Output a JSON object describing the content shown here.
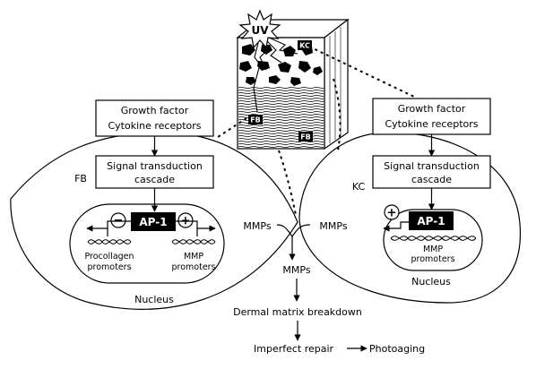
{
  "uv": "UV",
  "tissue": {
    "kc_tag": "KC",
    "fb_tag_1": "FB",
    "fb_tag_2": "FB"
  },
  "fibroblast": {
    "receptor_line1": "Growth factor",
    "receptor_line2": "Cytokine receptors",
    "signal_line1": "Signal transduction",
    "signal_line2": "cascade",
    "cell_label": "FB",
    "ap1": "AP-1",
    "minus": "−",
    "plus": "+",
    "procollagen_line1": "Procollagen",
    "procollagen_line2": "promoters",
    "mmp_line1": "MMP",
    "mmp_line2": "promoters",
    "nucleus": "Nucleus",
    "mmps": "MMPs"
  },
  "keratinocyte": {
    "receptor_line1": "Growth factor",
    "receptor_line2": "Cytokine receptors",
    "signal_line1": "Signal transduction",
    "signal_line2": "cascade",
    "cell_label": "KC",
    "ap1": "AP-1",
    "plus": "+",
    "mmp_line1": "MMP",
    "mmp_line2": "promoters",
    "nucleus": "Nucleus",
    "mmps": "MMPs"
  },
  "flow": {
    "mmps": "MMPs",
    "breakdown": "Dermal matrix breakdown",
    "repair": "Imperfect repair",
    "photoaging": "Photoaging"
  }
}
